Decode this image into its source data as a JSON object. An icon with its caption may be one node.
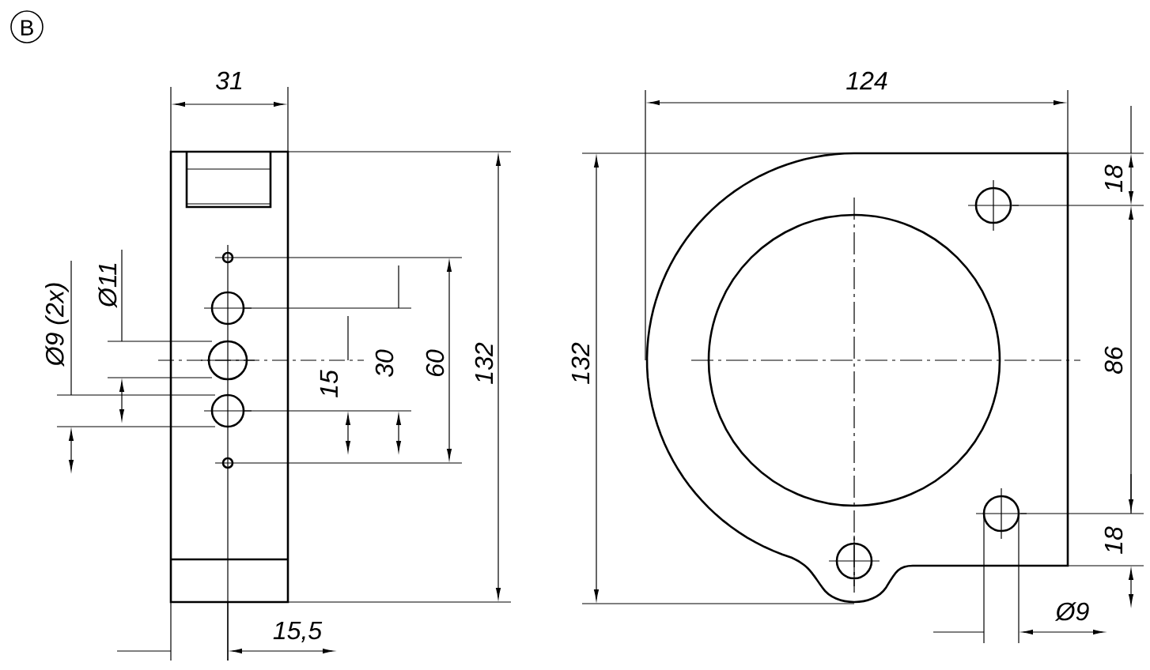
{
  "diagram": {
    "labels": [
      "B",
      "31",
      "124",
      "18",
      "Ø9 (2x)",
      "Ø11",
      "132",
      "15",
      "30",
      "60",
      "132",
      "86",
      "18",
      "15,5",
      "Ø9"
    ]
  }
}
